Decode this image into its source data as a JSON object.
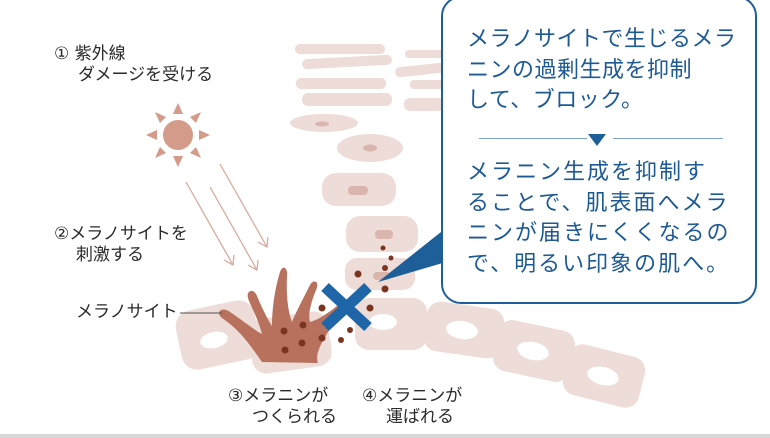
{
  "steps": [
    {
      "number": "①",
      "lines": [
        "紫外線",
        "ダメージを受ける"
      ]
    },
    {
      "number": "②",
      "lines": [
        "メラノサイトを",
        "刺激する"
      ]
    },
    {
      "number": "③",
      "lines": [
        "メラニンが",
        "つくられる"
      ]
    },
    {
      "number": "④",
      "lines": [
        "メラニンが",
        "運ばれる"
      ]
    }
  ],
  "melanocyte_label": "メラノサイト",
  "callout": {
    "top_lines": [
      "メラノサイトで生じるメラ",
      "ニンの過剰生成を抑制",
      "して、ブロック。"
    ],
    "bottom_lines": [
      "メラニン生成を抑制す",
      "ることで、肌表面へメラ",
      "ニンが届きにくくなるの",
      "で、明るい印象の肌へ。"
    ]
  },
  "colors": {
    "accent_blue": "#1f5f99",
    "cell": "#e9d3cf",
    "melanocyte": "#b8715d",
    "melanin": "#7a3520",
    "sun": "#d49a8a"
  }
}
